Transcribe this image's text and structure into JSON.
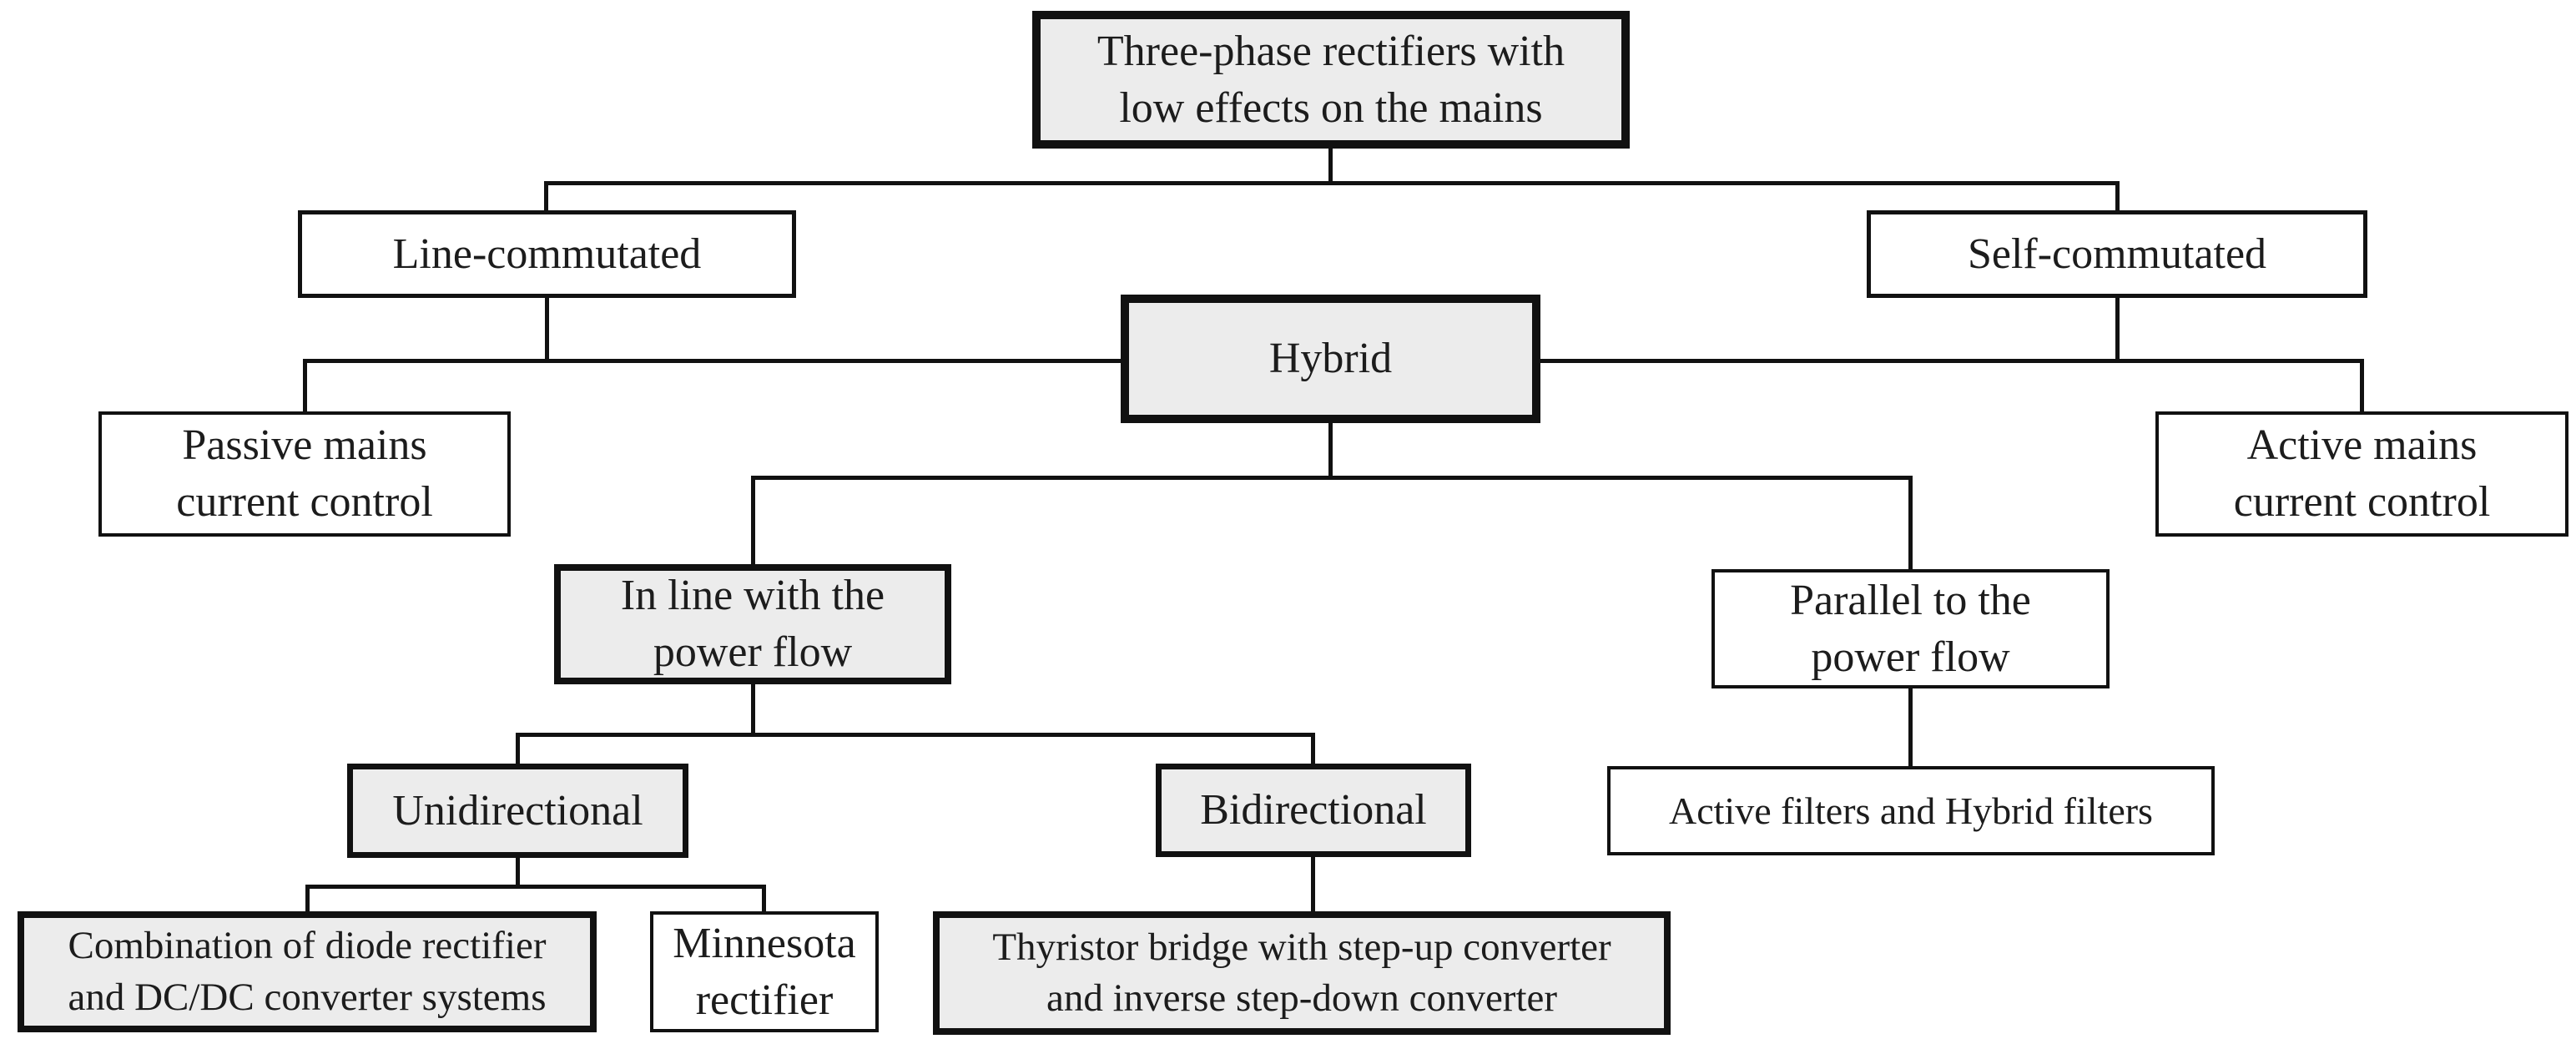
{
  "diagram": {
    "type": "tree-flowchart"
  },
  "colors": {
    "gray_fill": "#ececec",
    "white_fill": "#ffffff",
    "line_and_border": "#111111",
    "text": "#1c1c1c",
    "paper": "#ffffff"
  },
  "nodes": {
    "root": {
      "lines": [
        "Three-phase rectifiers with",
        "low effects on the mains"
      ]
    },
    "lineCommutated": {
      "lines": [
        "Line-commutated"
      ]
    },
    "selfCommutated": {
      "lines": [
        "Self-commutated"
      ]
    },
    "hybrid": {
      "lines": [
        "Hybrid"
      ]
    },
    "passiveMains": {
      "lines": [
        "Passive mains",
        "current control"
      ]
    },
    "activeMains": {
      "lines": [
        "Active mains",
        "current control"
      ]
    },
    "inLine": {
      "lines": [
        "In line with the",
        "power flow"
      ]
    },
    "parallel": {
      "lines": [
        "Parallel to the",
        "power flow"
      ]
    },
    "unidirectional": {
      "lines": [
        "Unidirectional"
      ]
    },
    "bidirectional": {
      "lines": [
        "Bidirectional"
      ]
    },
    "activeFilters": {
      "lines": [
        "Active filters and Hybrid filters"
      ]
    },
    "combination": {
      "lines": [
        "Combination of diode rectifier",
        "and DC/DC converter systems"
      ]
    },
    "minnesota": {
      "lines": [
        "Minnesota",
        "rectifier"
      ]
    },
    "thyristor": {
      "lines": [
        "Thyristor bridge with step-up converter",
        "and inverse step-down converter"
      ]
    }
  }
}
